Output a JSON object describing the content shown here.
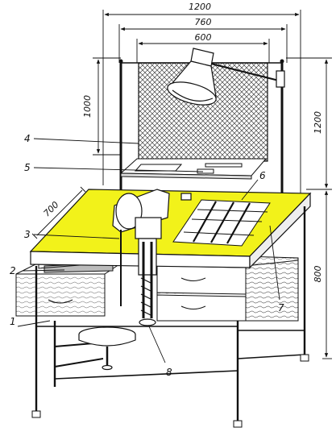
{
  "dimensions": {
    "overall_width": "1200",
    "frame_width": "760",
    "screen_width": "600",
    "screen_height": "1000",
    "total_height": "1200",
    "bench_height": "800",
    "bench_depth": "700"
  },
  "callouts": [
    "1",
    "2",
    "3",
    "4",
    "5",
    "6",
    "7",
    "8"
  ],
  "colors": {
    "worktop": "#f2f21a",
    "line": "#111111",
    "mesh": "#444444"
  }
}
